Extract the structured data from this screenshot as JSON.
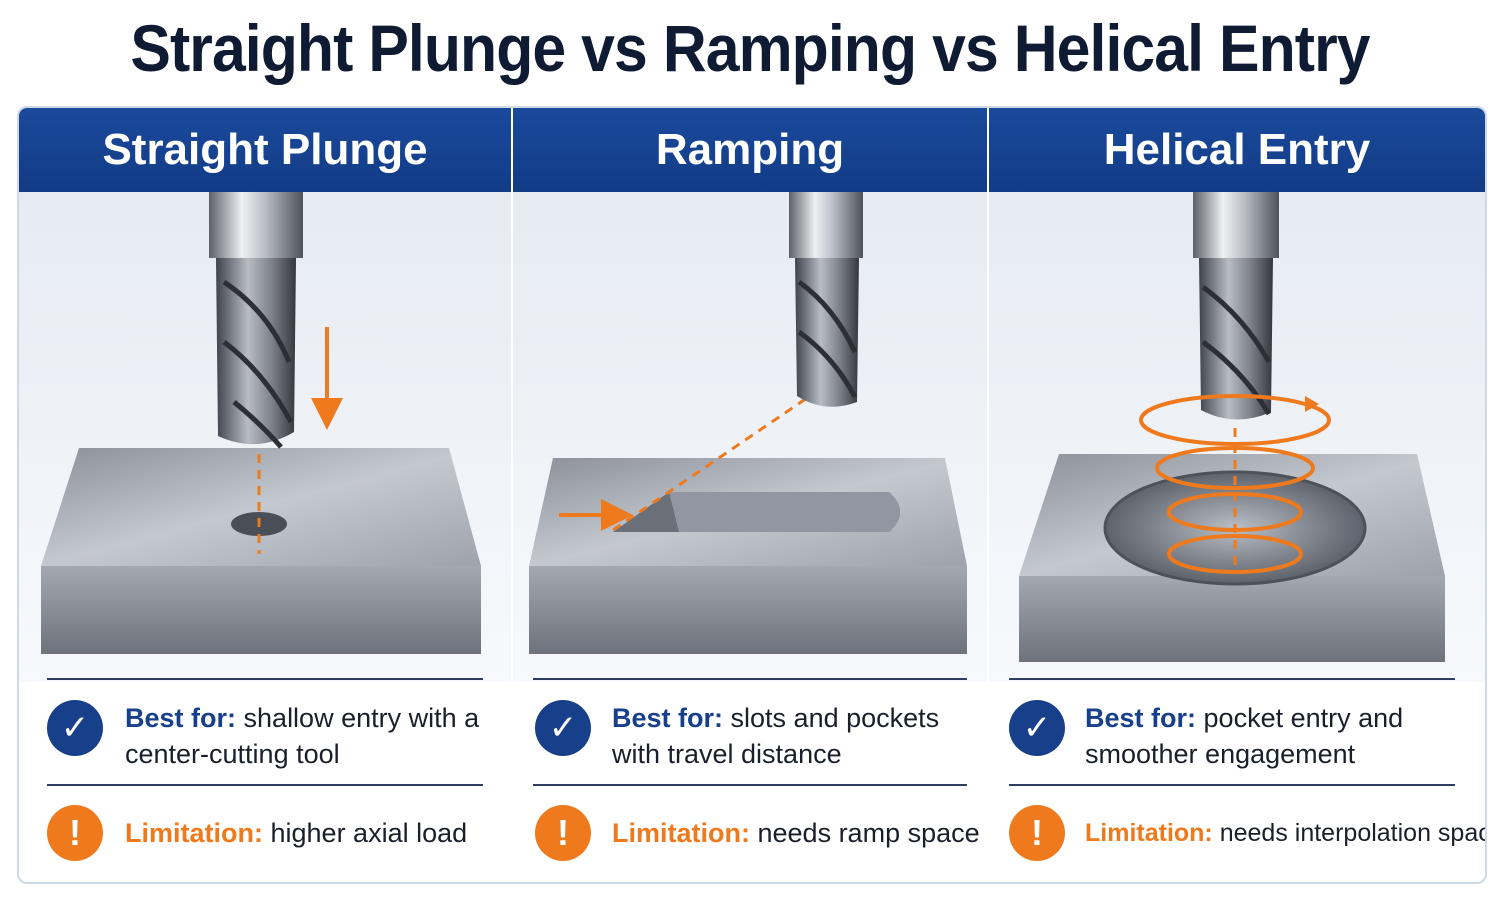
{
  "title": "Straight Plunge vs Ramping vs Helical Entry",
  "columns": [
    {
      "heading": "Straight Plunge",
      "best_label": "Best for:",
      "best_text": "shallow entry with a center-cutting tool",
      "limit_label": "Limitation:",
      "limit_text": "higher axial load"
    },
    {
      "heading": "Ramping",
      "best_label": "Best for:",
      "best_text": "slots and pockets with travel distance",
      "limit_label": "Limitation:",
      "limit_text": "needs ramp space"
    },
    {
      "heading": "Helical Entry",
      "best_label": "Best for:",
      "best_text": "pocket entry and smoother engagement",
      "limit_label": "Limitation:",
      "limit_text": "needs interpolation space"
    }
  ],
  "icons": {
    "best": "check-icon",
    "limitation": "exclamation-icon",
    "check_glyph": "✓",
    "warn_glyph": "!"
  },
  "colors": {
    "header_blue": "#1a4a9c",
    "accent_orange": "#ee7a1d",
    "title": "#0f1b33"
  }
}
